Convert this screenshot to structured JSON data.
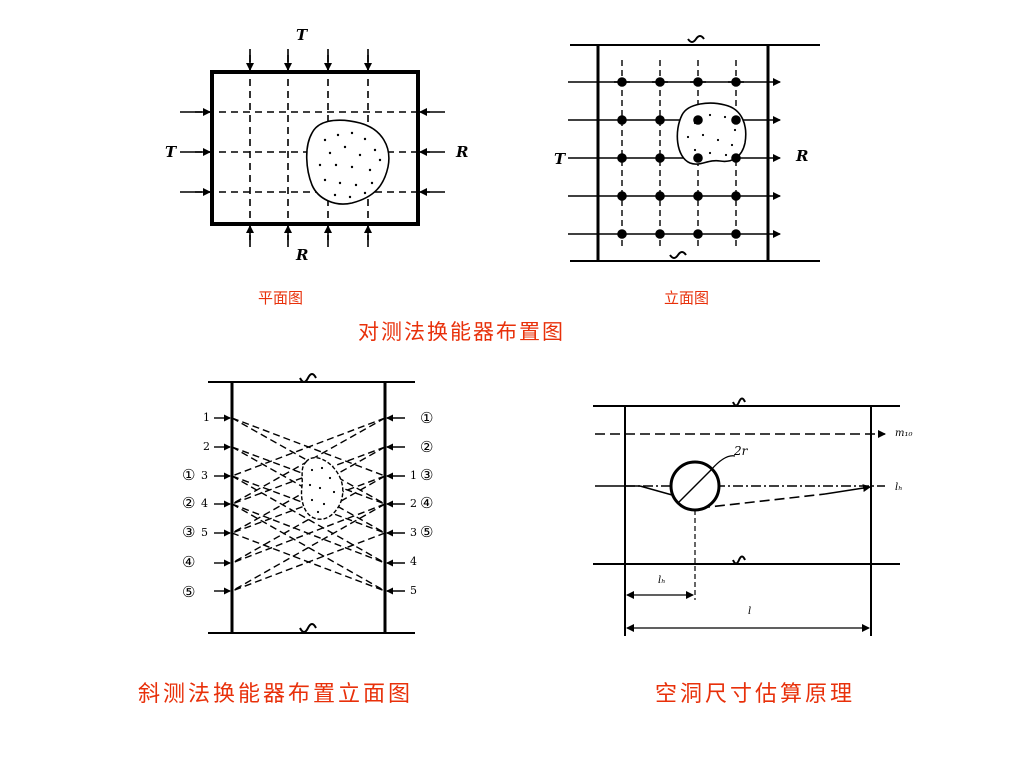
{
  "diagram1": {
    "label_top": "T",
    "label_left": "T",
    "label_right": "R",
    "label_bottom": "R",
    "caption": "平面图"
  },
  "diagram2": {
    "label_left": "T",
    "label_right": "R",
    "caption": "立面图"
  },
  "title_top": "对测法换能器布置图",
  "diagram3": {
    "left_numbers": [
      "1",
      "2",
      "3",
      "4",
      "5"
    ],
    "left_circled": [
      "①",
      "②",
      "③",
      "④",
      "⑤"
    ],
    "right_numbers": [
      "1",
      "2",
      "3",
      "4",
      "5"
    ],
    "right_circled": [
      "①",
      "②",
      "③",
      "④",
      "⑤"
    ],
    "caption": "斜测法换能器布置立面图"
  },
  "diagram4": {
    "label_radius": "2r",
    "label_top_path": "m₁₀",
    "label_path": "lₕ",
    "label_dim_short": "lₕ",
    "label_dim_long": "l",
    "caption": "空洞尺寸估算原理"
  }
}
